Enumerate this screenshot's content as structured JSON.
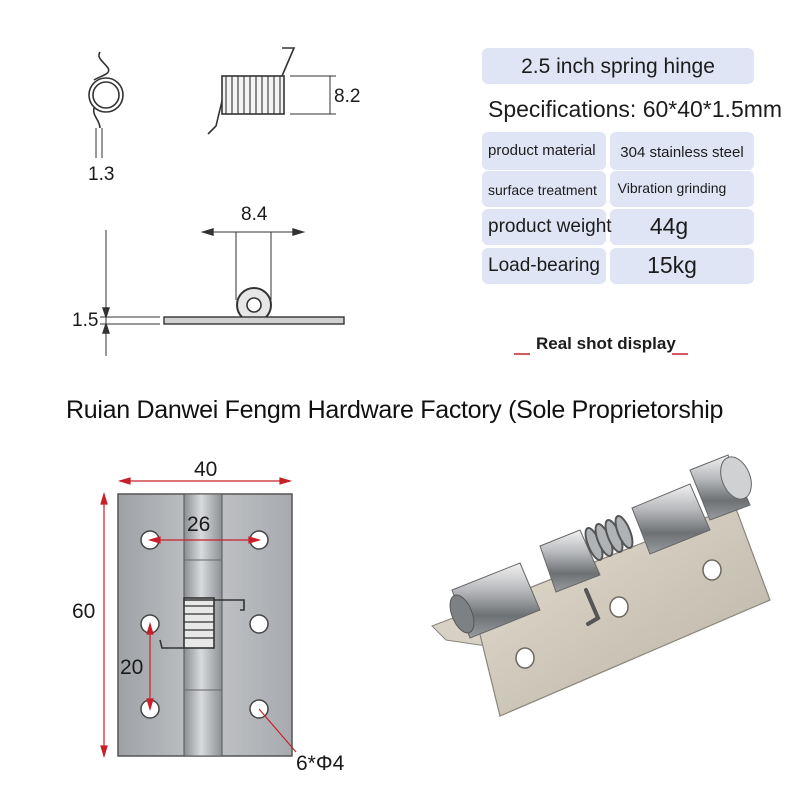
{
  "diagram": {
    "dimensions": {
      "wire_diameter": "1.3",
      "spring_height": "8.2",
      "barrel_width": "8.4",
      "leaf_thickness": "1.5",
      "width": "40",
      "hole_spacing_horizontal": "26",
      "height": "60",
      "hole_spacing_vertical": "20",
      "holes": "6*Φ4"
    }
  },
  "specs": {
    "title": "2.5 inch spring hinge",
    "heading": "Specifications: 60*40*1.5mm",
    "rows": [
      {
        "label": "product material",
        "value": "304 stainless steel"
      },
      {
        "label": "surface treatment",
        "value": "Vibration grinding"
      },
      {
        "label": "product weight",
        "value": "44g"
      },
      {
        "label": "Load-bearing",
        "value": "15kg"
      }
    ],
    "real_shot": "Real shot display"
  },
  "company": "Ruian Danwei Fengm Hardware Factory (Sole Proprietorship",
  "colors": {
    "spec_box": "#dfe5f5",
    "dimension_red": "#c8202a",
    "metal": "#bfc1c4"
  }
}
